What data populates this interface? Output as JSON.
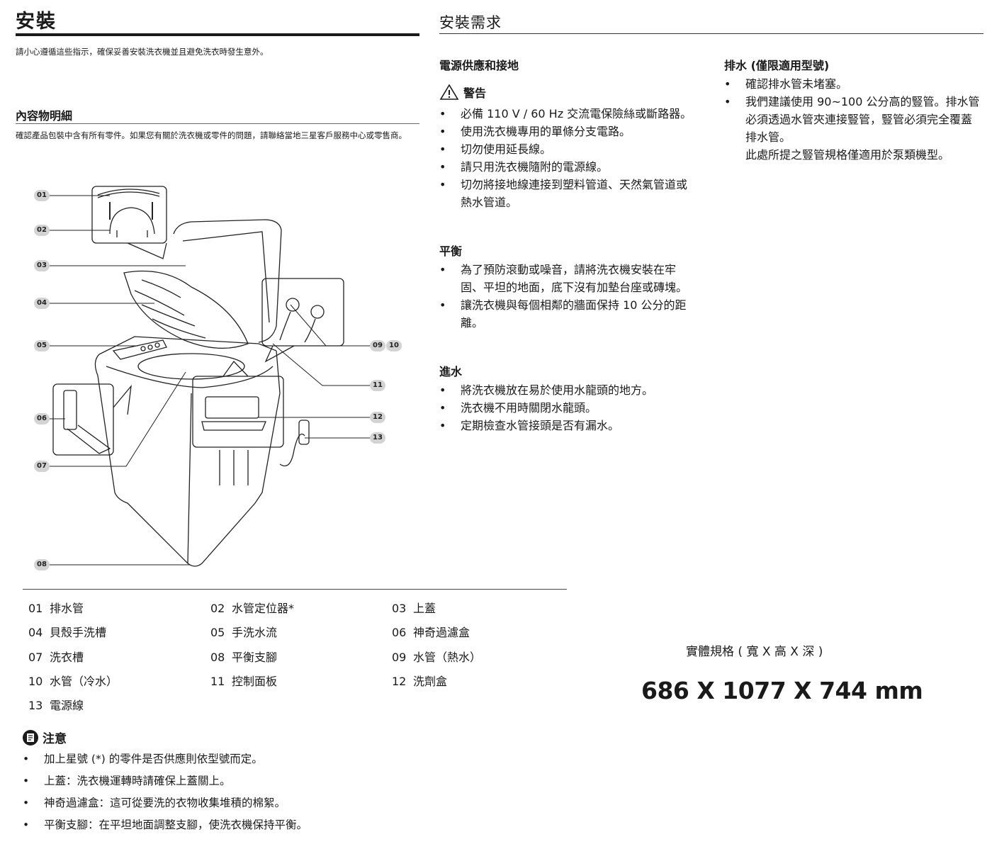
{
  "left": {
    "title": "安裝",
    "intro": "請小心遵循這些指示，確保妥善安裝洗衣機並且避免洗衣時發生意外。",
    "contents_heading": "內容物明細",
    "contents_desc": "確認產品包裝中含有所有零件。如果您有關於洗衣機或零件的問題，請聯絡當地三星客戶服務中心或零售商。",
    "callouts": [
      "01",
      "02",
      "03",
      "04",
      "05",
      "06",
      "07",
      "08",
      "09",
      "10",
      "11",
      "12",
      "13"
    ],
    "parts": [
      {
        "num": "01",
        "name": "排水管"
      },
      {
        "num": "02",
        "name": "水管定位器*"
      },
      {
        "num": "03",
        "name": "上蓋"
      },
      {
        "num": "04",
        "name": "貝殼手洗槽"
      },
      {
        "num": "05",
        "name": "手洗水流"
      },
      {
        "num": "06",
        "name": "神奇過濾盒"
      },
      {
        "num": "07",
        "name": "洗衣槽"
      },
      {
        "num": "08",
        "name": "平衡支腳"
      },
      {
        "num": "09",
        "name": "水管（熱水）"
      },
      {
        "num": "10",
        "name": "水管（冷水）"
      },
      {
        "num": "11",
        "name": "控制面板"
      },
      {
        "num": "12",
        "name": "洗劑盒"
      },
      {
        "num": "13",
        "name": "電源線"
      }
    ],
    "note_label": "注意",
    "notes": [
      "加上星號 (*) 的零件是否供應則依型號而定。",
      "上蓋：洗衣機運轉時請確保上蓋關上。",
      "神奇過濾盒：這可從要洗的衣物收集堆積的棉絮。",
      "平衡支腳：在平坦地面調整支腳，使洗衣機保持平衡。"
    ]
  },
  "right": {
    "title": "安裝需求",
    "power": {
      "heading": "電源供應和接地",
      "warning_label": "警告",
      "items": [
        "必備 110 V / 60 Hz 交流電保險絲或斷路器。",
        "使用洗衣機專用的單條分支電路。",
        "切勿使用延長線。",
        "請只用洗衣機隨附的電源線。",
        "切勿將接地線連接到塑料管道、天然氣管道或熱水管道。"
      ]
    },
    "balance": {
      "heading": "平衡",
      "items": [
        "為了預防滾動或噪音，請將洗衣機安裝在牢固、平坦的地面，底下沒有加墊台座或磚塊。",
        "讓洗衣機與每個相鄰的牆面保持 10 公分的距離。"
      ]
    },
    "water_in": {
      "heading": "進水",
      "items": [
        "將洗衣機放在易於使用水龍頭的地方。",
        "洗衣機不用時關閉水龍頭。",
        "定期檢查水管接頭是否有漏水。"
      ]
    },
    "drain": {
      "heading": "排水 (僅限適用型號)",
      "items": [
        "確認排水管未堵塞。",
        "我們建議使用 90~100 公分高的豎管。排水管必須透過水管夾連接豎管，豎管必須完全覆蓋排水管。"
      ],
      "extra": "此處所提之豎管規格僅適用於泵類機型。"
    },
    "spec_label": "實體規格 ( 寬 X 高 X 深 )",
    "spec_value": "686 X 1077 X 744 mm"
  }
}
